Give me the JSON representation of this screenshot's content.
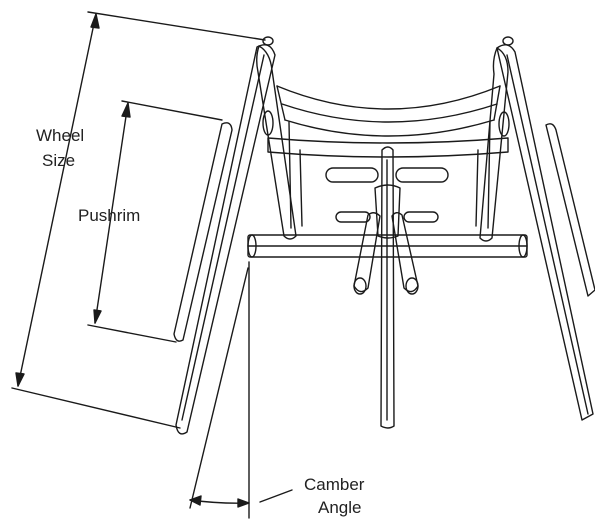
{
  "labels": {
    "wheel_size_line1": "Wheel",
    "wheel_size_line2": "Size",
    "pushrim": "Pushrim",
    "camber_line1": "Camber",
    "camber_line2": "Angle"
  },
  "colors": {
    "line": "#1a1a1a",
    "background": "#ffffff"
  }
}
